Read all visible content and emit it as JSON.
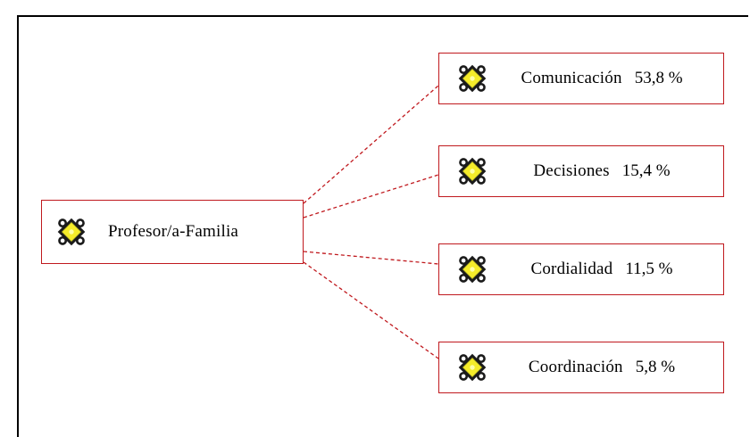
{
  "root": {
    "label": "Profesor/a-Familia"
  },
  "children": [
    {
      "label": "Comunicación",
      "value": "53,8 %"
    },
    {
      "label": "Decisiones",
      "value": "15,4 %"
    },
    {
      "label": "Cordialidad",
      "value": "11,5 %"
    },
    {
      "label": "Coordinación",
      "value": "5,8 %"
    }
  ],
  "colors": {
    "border": "#c0191e",
    "connector": "#c0191e",
    "icon_core": "#f5ec2a",
    "icon_outline": "#1a1a1a"
  },
  "icon": "node-cross-icon"
}
